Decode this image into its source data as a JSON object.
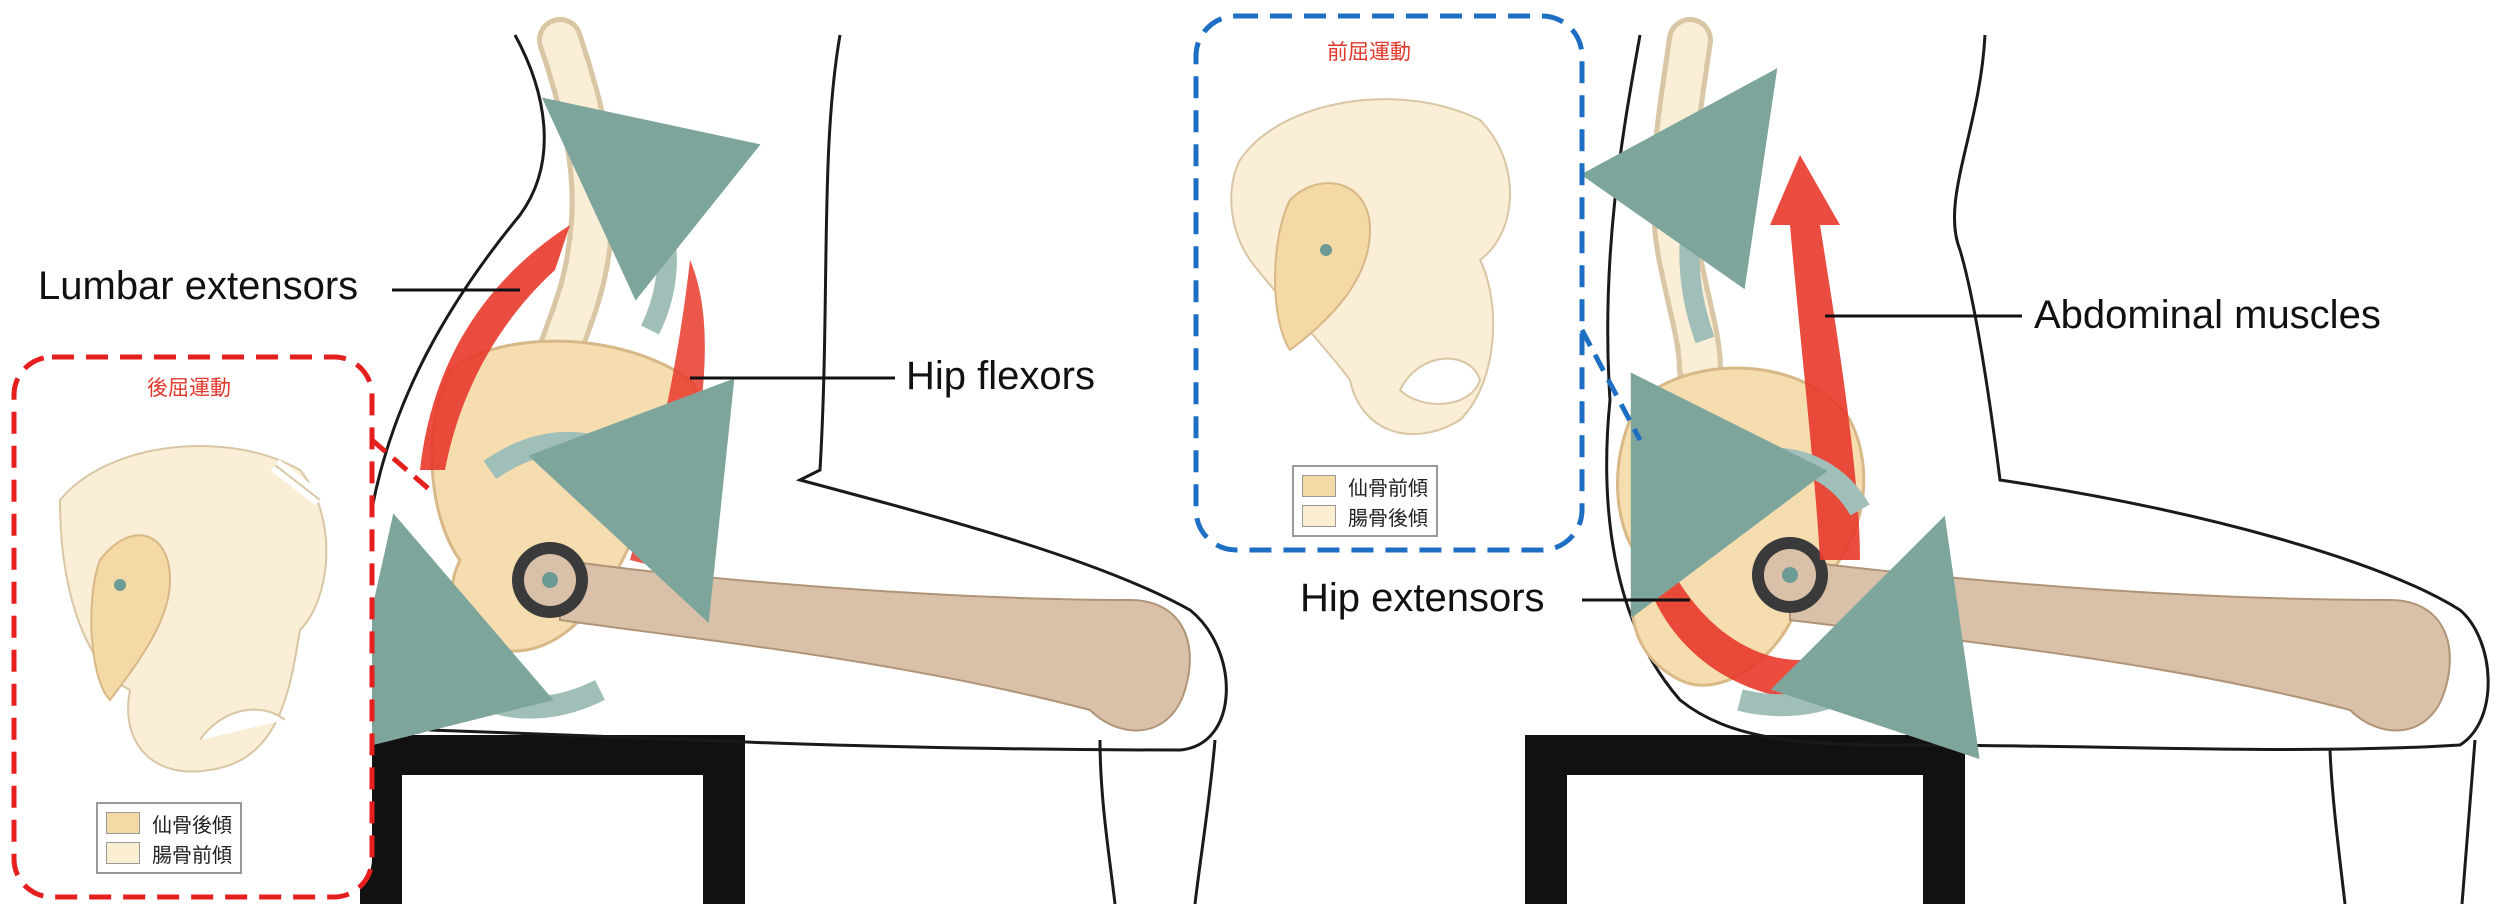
{
  "panels": {
    "left": {
      "labels": {
        "lumbar": "Lumbar extensors",
        "hip": "Hip flexors"
      },
      "inset": {
        "title": "後屈運動",
        "border_color": "#e51e1e",
        "legend": [
          {
            "label": "仙骨後傾",
            "color": "#f3d9a6"
          },
          {
            "label": "腸骨前傾",
            "color": "#fbeed3"
          }
        ]
      }
    },
    "right": {
      "labels": {
        "abdominal": "Abdominal muscles",
        "hip_ext": "Hip extensors"
      },
      "inset": {
        "title": "前屈運動",
        "border_color": "#1e6fc4",
        "legend": [
          {
            "label": "仙骨前傾",
            "color": "#f3d9a6"
          },
          {
            "label": "腸骨後傾",
            "color": "#fbeed3"
          }
        ]
      }
    }
  },
  "colors": {
    "bone": "#f5ddb0",
    "bone_light": "#fbeed6",
    "femur": "#d9c0a8",
    "muscle": "#e8392b",
    "arrow": "#9fbfb8"
  }
}
